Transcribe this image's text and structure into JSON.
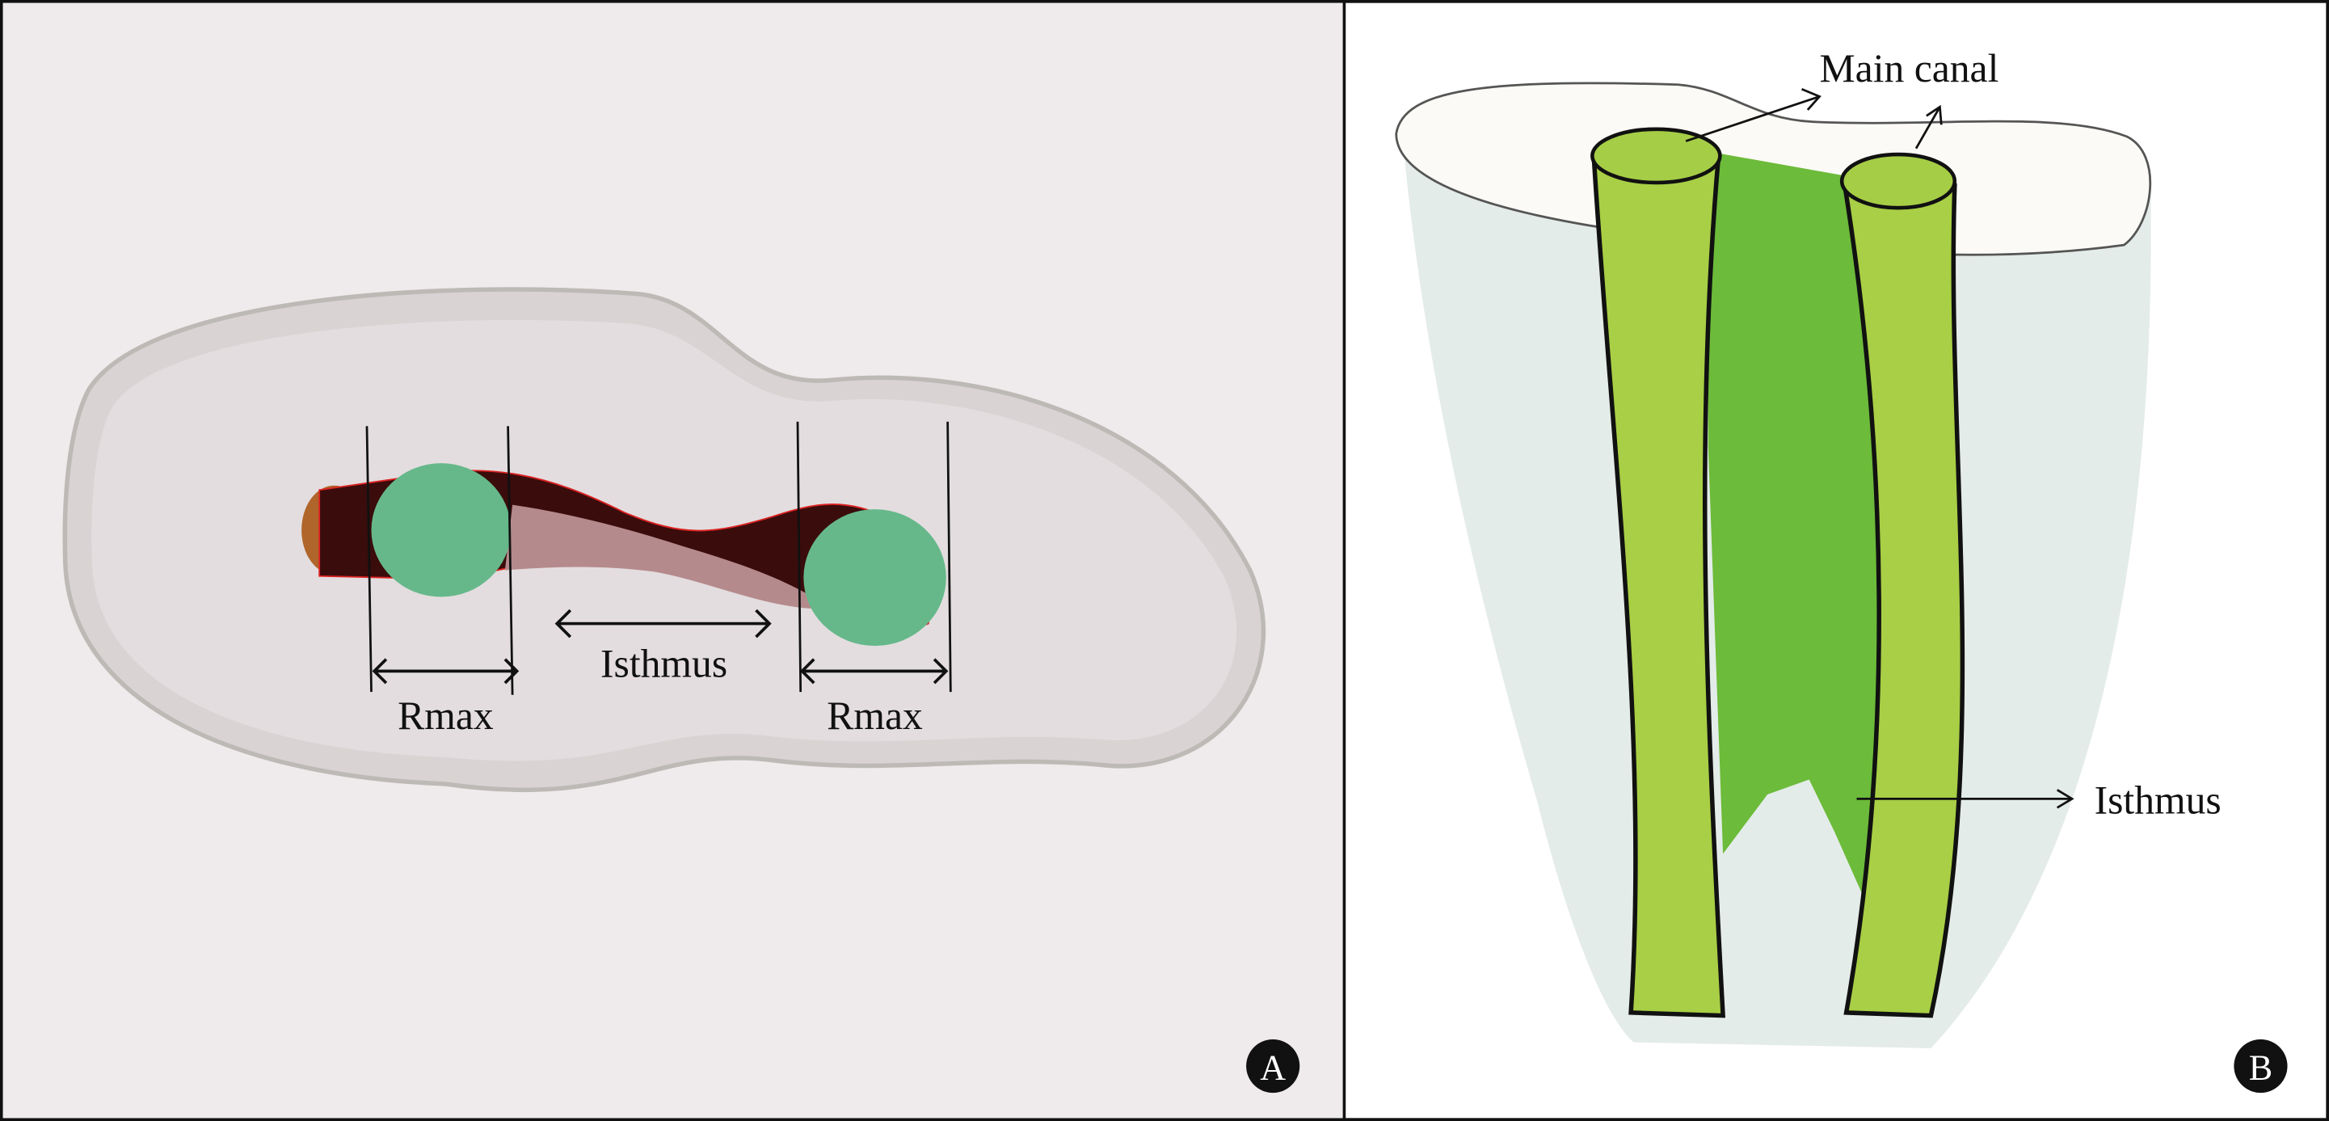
{
  "panels": [
    {
      "id": "A",
      "badge": "A",
      "labels": {
        "rmax_left": "Rmax",
        "isthmus": "Isthmus",
        "rmax_right": "Rmax"
      }
    },
    {
      "id": "B",
      "badge": "B",
      "labels": {
        "main_canal": "Main canal",
        "isthmus": "Isthmus"
      }
    }
  ],
  "colors": {
    "tooth_a": "#ddd5d7",
    "canal_dark": "#3a0c0c",
    "sphere_green": "#66b88a",
    "canal_green_light": "#a8cf45",
    "isthmus_green": "#6cbb3a",
    "tooth_b": "#e4ece9"
  }
}
